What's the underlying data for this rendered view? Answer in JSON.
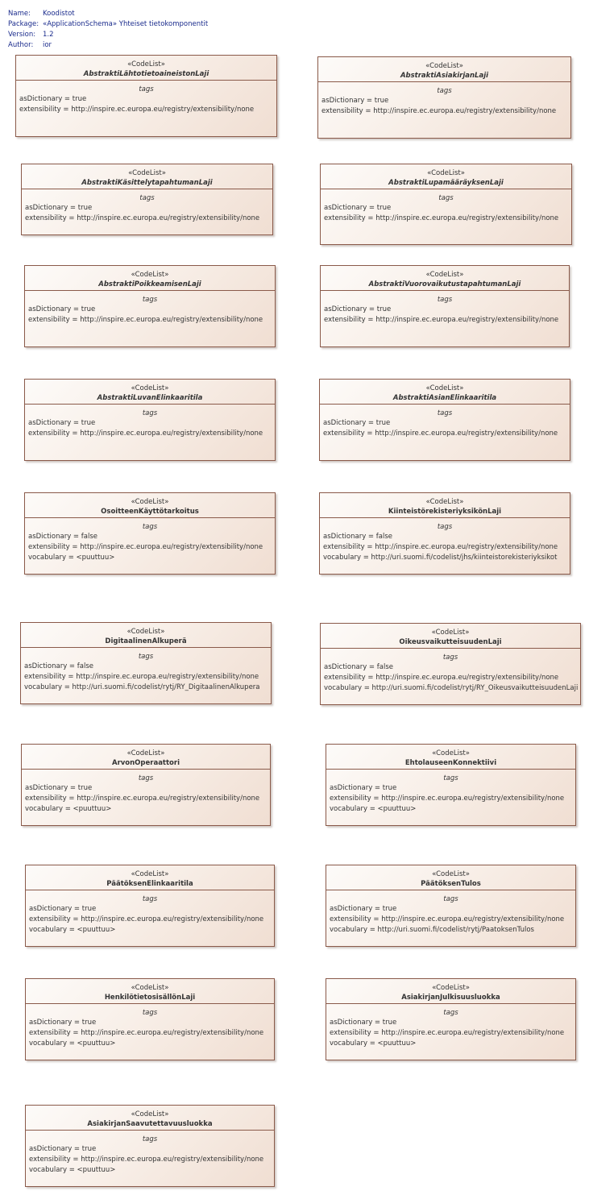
{
  "header": {
    "rows": [
      {
        "key": "Name:",
        "value": "Koodistot"
      },
      {
        "key": "Package:",
        "value": "«ApplicationSchema» Yhteiset tietokomponentit"
      },
      {
        "key": "Version:",
        "value": "1.2"
      },
      {
        "key": "Author:",
        "value": "ior"
      }
    ]
  },
  "stereotype": "«CodeList»",
  "tags_title": "tags",
  "boxes": [
    {
      "name": "AbstraktiLähtotietoaineistonLaji",
      "lines": [
        "asDictionary = true",
        "extensibility = http://inspire.ec.europa.eu/registry/extensibility/none"
      ]
    },
    {
      "name": "AbstraktiAsiakirjanLaji",
      "lines": [
        "asDictionary = true",
        "extensibility = http://inspire.ec.europa.eu/registry/extensibility/none"
      ]
    },
    {
      "name": "AbstraktiKäsittelytapahtumanLaji",
      "lines": [
        "asDictionary = true",
        "extensibility = http://inspire.ec.europa.eu/registry/extensibility/none"
      ]
    },
    {
      "name": "AbstraktiLupamääräyksenLaji",
      "lines": [
        "asDictionary = true",
        "extensibility = http://inspire.ec.europa.eu/registry/extensibility/none"
      ]
    },
    {
      "name": "AbstraktiPoikkeamisenLaji",
      "lines": [
        "asDictionary = true",
        "extensibility = http://inspire.ec.europa.eu/registry/extensibility/none"
      ]
    },
    {
      "name": "AbstraktiVuorovaikutustapahtumanLaji",
      "lines": [
        "asDictionary = true",
        "extensibility = http://inspire.ec.europa.eu/registry/extensibility/none"
      ]
    },
    {
      "name": "AbstraktiLuvanElinkaaritila",
      "lines": [
        "asDictionary = true",
        "extensibility = http://inspire.ec.europa.eu/registry/extensibility/none"
      ]
    },
    {
      "name": "AbstraktiAsianElinkaaritila",
      "lines": [
        "asDictionary = true",
        "extensibility = http://inspire.ec.europa.eu/registry/extensibility/none"
      ]
    },
    {
      "name": "OsoitteenKäyttötarkoitus",
      "lines": [
        "asDictionary = false",
        "extensibility = http://inspire.ec.europa.eu/registry/extensibility/none",
        "vocabulary = <puuttuu>"
      ]
    },
    {
      "name": "KiinteistörekisteriyksikönLaji",
      "lines": [
        "asDictionary = false",
        "extensibility = http://inspire.ec.europa.eu/registry/extensibility/none",
        "vocabulary = http://uri.suomi.fi/codelist/jhs/kiinteistorekisteriyksikot"
      ]
    },
    {
      "name": "DigitaalinenAlkuperä",
      "lines": [
        "asDictionary = false",
        "extensibility = http://inspire.ec.europa.eu/registry/extensibility/none",
        "vocabulary = http://uri.suomi.fi/codelist/rytj/RY_DigitaalinenAlkupera"
      ]
    },
    {
      "name": "OikeusvaikutteisuudenLaji",
      "lines": [
        "asDictionary = false",
        "extensibility = http://inspire.ec.europa.eu/registry/extensibility/none",
        "vocabulary = http://uri.suomi.fi/codelist/rytj/RY_OikeusvaikutteisuudenLaji"
      ]
    },
    {
      "name": "ArvonOperaattori",
      "lines": [
        "asDictionary = true",
        "extensibility = http://inspire.ec.europa.eu/registry/extensibility/none",
        "vocabulary = <puuttuu>"
      ]
    },
    {
      "name": "EhtolauseenKonnektiivi",
      "lines": [
        "asDictionary = true",
        "extensibility = http://inspire.ec.europa.eu/registry/extensibility/none",
        "vocabulary = <puuttuu>"
      ]
    },
    {
      "name": "PäätöksenElinkaaritila",
      "lines": [
        "asDictionary = true",
        "extensibility = http://inspire.ec.europa.eu/registry/extensibility/none",
        "vocabulary = <puuttuu>"
      ]
    },
    {
      "name": "PäätöksenTulos",
      "lines": [
        "asDictionary = true",
        "extensibility = http://inspire.ec.europa.eu/registry/extensibility/none",
        "vocabulary = http://uri.suomi.fi/codelist/rytj/PaatoksenTulos"
      ]
    },
    {
      "name": "HenkilötietosisällönLaji",
      "lines": [
        "asDictionary = true",
        "extensibility = http://inspire.ec.europa.eu/registry/extensibility/none",
        "vocabulary = <puuttuu>"
      ]
    },
    {
      "name": "AsiakirjanJulkisuusluokka",
      "lines": [
        "asDictionary = true",
        "extensibility = http://inspire.ec.europa.eu/registry/extensibility/none",
        "vocabulary = <puuttuu>"
      ]
    },
    {
      "name": "AsiakirjanSaavutettavuusluokka",
      "lines": [
        "asDictionary = true",
        "extensibility = http://inspire.ec.europa.eu/registry/extensibility/none",
        "vocabulary = <puuttuu>"
      ]
    }
  ]
}
